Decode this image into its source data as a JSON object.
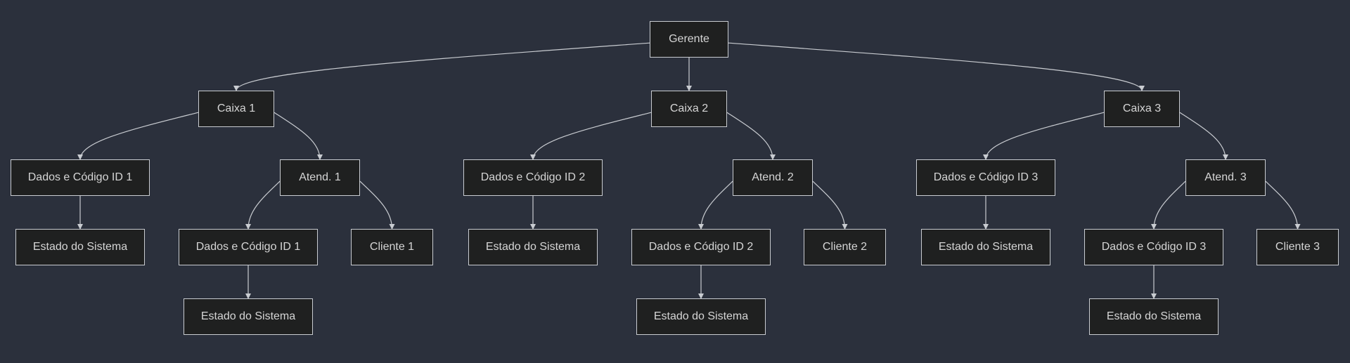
{
  "diagram": {
    "colors": {
      "background": "#2b303c",
      "node_fill": "#1f2020",
      "node_border": "#c9ccd1",
      "edge": "#c9ccd1",
      "text": "#d5d5d5"
    },
    "nodes": {
      "gerente": "Gerente",
      "caixa1": "Caixa 1",
      "caixa2": "Caixa 2",
      "caixa3": "Caixa 3",
      "dados1": "Dados e Código ID 1",
      "atend1": "Atend. 1",
      "estado1": "Estado do Sistema",
      "dados1b": "Dados e Código ID 1",
      "cliente1": "Cliente 1",
      "estado1b": "Estado do Sistema",
      "dados2": "Dados e Código ID 2",
      "atend2": "Atend. 2",
      "estado2": "Estado do Sistema",
      "dados2b": "Dados e Código ID 2",
      "cliente2": "Cliente 2",
      "estado2b": "Estado do Sistema",
      "dados3": "Dados e Código ID 3",
      "atend3": "Atend. 3",
      "estado3": "Estado do Sistema",
      "dados3b": "Dados e Código ID 3",
      "cliente3": "Cliente 3",
      "estado3b": "Estado do Sistema"
    },
    "edges": [
      [
        "gerente",
        "caixa1"
      ],
      [
        "gerente",
        "caixa2"
      ],
      [
        "gerente",
        "caixa3"
      ],
      [
        "caixa1",
        "dados1"
      ],
      [
        "caixa1",
        "atend1"
      ],
      [
        "dados1",
        "estado1"
      ],
      [
        "atend1",
        "dados1b"
      ],
      [
        "atend1",
        "cliente1"
      ],
      [
        "dados1b",
        "estado1b"
      ],
      [
        "caixa2",
        "dados2"
      ],
      [
        "caixa2",
        "atend2"
      ],
      [
        "dados2",
        "estado2"
      ],
      [
        "atend2",
        "dados2b"
      ],
      [
        "atend2",
        "cliente2"
      ],
      [
        "dados2b",
        "estado2b"
      ],
      [
        "caixa3",
        "dados3"
      ],
      [
        "caixa3",
        "atend3"
      ],
      [
        "dados3",
        "estado3"
      ],
      [
        "atend3",
        "dados3b"
      ],
      [
        "atend3",
        "cliente3"
      ],
      [
        "dados3b",
        "estado3b"
      ]
    ]
  }
}
